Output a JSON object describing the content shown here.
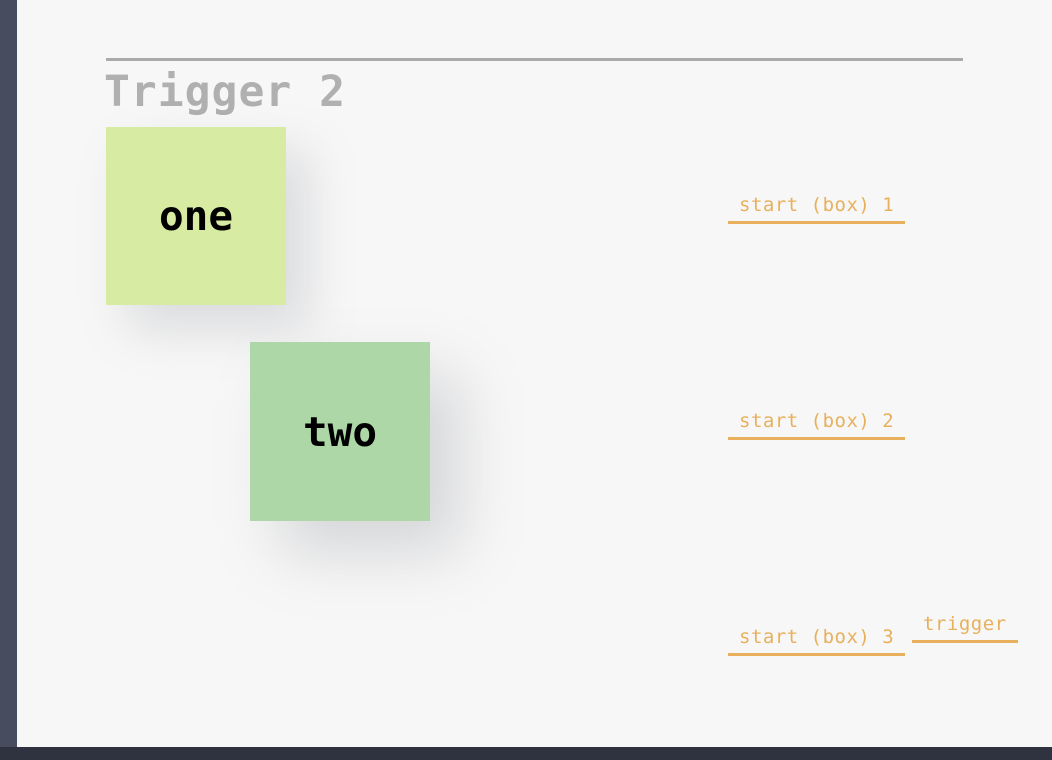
{
  "window": {
    "background_color": "#f7f7f7",
    "left_rail_color": "#474c5e",
    "bottom_bar_color": "#2f333f"
  },
  "header": {
    "title": "Trigger 2",
    "title_color": "#b0b0b0",
    "rule_color": "#aaaaaa"
  },
  "boxes": [
    {
      "label": "one",
      "color": "#d7eba3",
      "text_color": "#000000"
    },
    {
      "label": "two",
      "color": "#aed7a8",
      "text_color": "#000000"
    }
  ],
  "events": {
    "accent_color": "#e8b05c",
    "items": [
      {
        "label": "start (box) 1"
      },
      {
        "label": "start (box) 2"
      },
      {
        "label": "start (box) 3"
      },
      {
        "label": "trigger"
      }
    ]
  }
}
